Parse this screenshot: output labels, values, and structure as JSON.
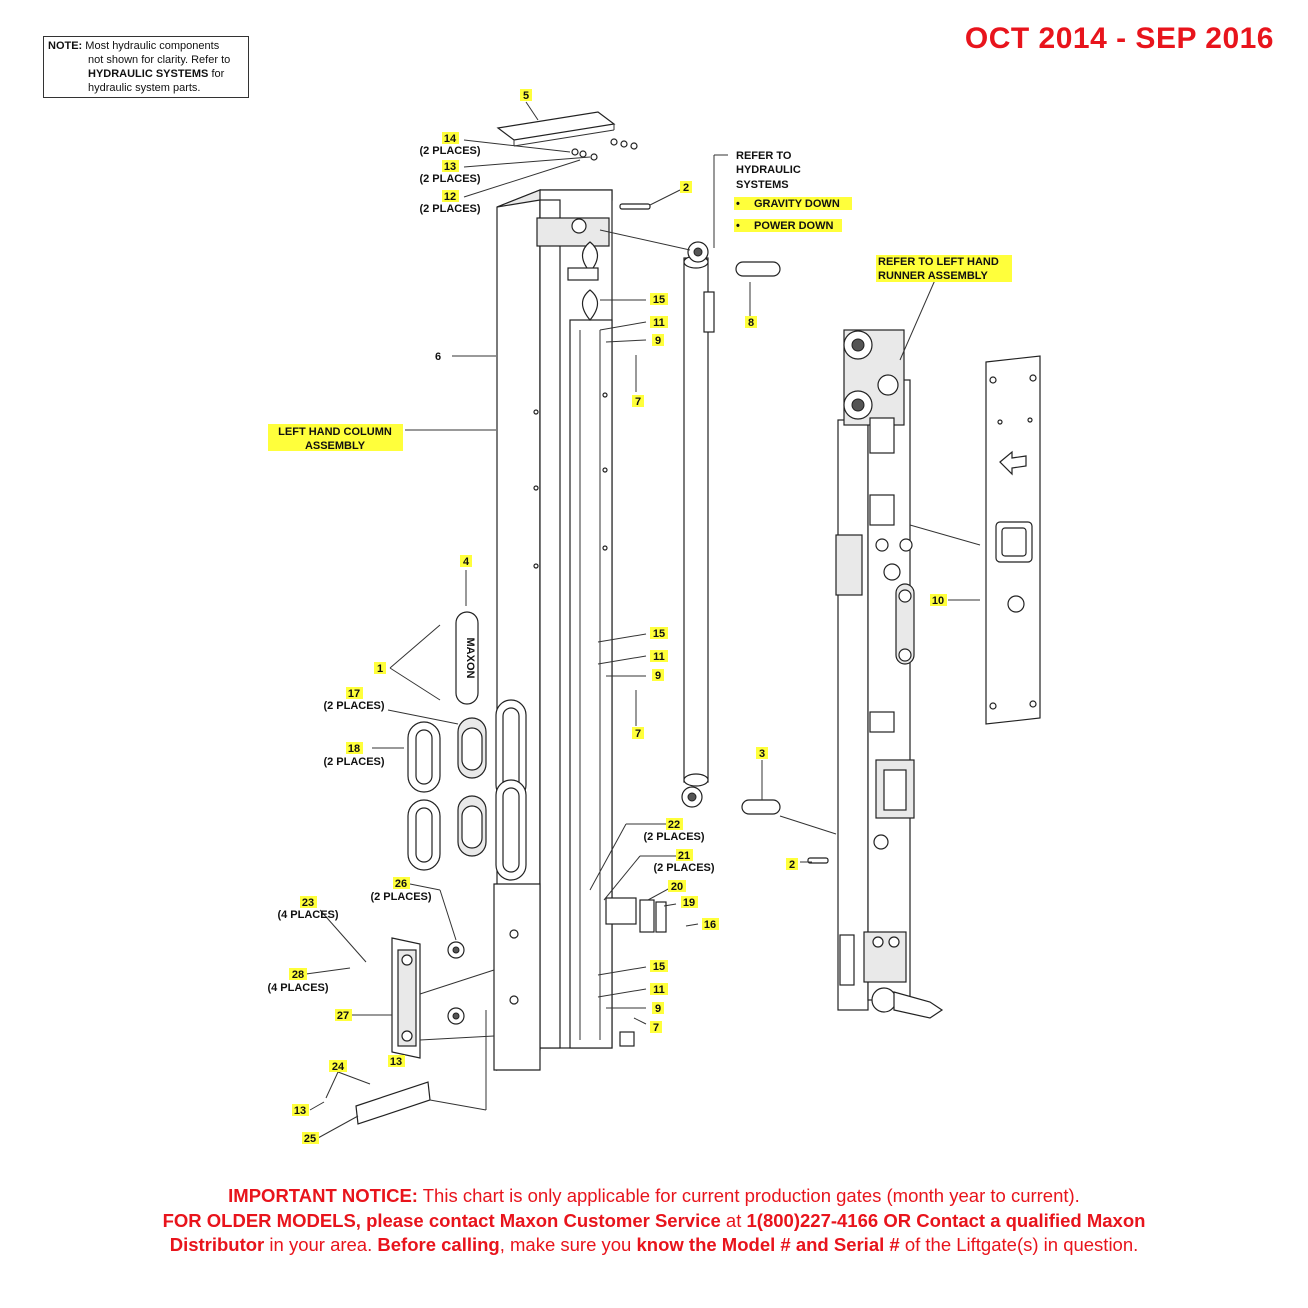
{
  "note": {
    "label": "NOTE:",
    "line1": "Most hydraulic components",
    "line2": "not shown for clarity. Refer to",
    "line3_bold": "HYDRAULIC SYSTEMS",
    "line3_rest": " for",
    "line4": "hydraulic system parts."
  },
  "date_range": "OCT 2014 - SEP 2016",
  "callouts": {
    "c5": "5",
    "c14": "14",
    "c13a": "13",
    "c12": "12",
    "c2a": "2",
    "c6": "6",
    "c15a": "15",
    "c11a": "11",
    "c9a": "9",
    "c7a": "7",
    "c8": "8",
    "c4": "4",
    "c1": "1",
    "c17": "17",
    "c18": "18",
    "c15b": "15",
    "c11b": "11",
    "c9b": "9",
    "c7b": "7",
    "c3": "3",
    "c2b": "2",
    "c10": "10",
    "c22": "22",
    "c21": "21",
    "c20": "20",
    "c19": "19",
    "c16": "16",
    "c26": "26",
    "c23": "23",
    "c28": "28",
    "c27": "27",
    "c15c": "15",
    "c11c": "11",
    "c9c": "9",
    "c7c": "7",
    "c24": "24",
    "c13b": "13",
    "c13c": "13",
    "c25": "25"
  },
  "places": {
    "two": "(2 PLACES)",
    "four": "(4 PLACES)"
  },
  "refs": {
    "hydraulic_1": "REFER TO",
    "hydraulic_2": "HYDRAULIC",
    "hydraulic_3": "SYSTEMS",
    "gravity": "GRAVITY DOWN",
    "power": "POWER DOWN",
    "bullet": "•",
    "runner_1": "REFER TO LEFT HAND",
    "runner_2": "RUNNER ASSEMBLY",
    "column_1": "LEFT HAND COLUMN",
    "column_2": "ASSEMBLY"
  },
  "logo": "MAXON",
  "notice": {
    "p1_bold": "IMPORTANT NOTICE:",
    "p1_rest": " This chart is only applicable for current production gates (month year to current).",
    "p2_bold": "FOR OLDER MODELS, please contact Maxon Customer Service",
    "p2_mid": " at ",
    "p2_bold2": "1(800)227-4166 OR Contact a qualified Maxon",
    "p3_bold": "Distributor",
    "p3_mid": " in your area. ",
    "p3_bold2": "Before calling",
    "p3_mid2": ", make sure you ",
    "p3_bold3": "know the Model # and Serial #",
    "p3_rest": " of the Liftgate(s) in question."
  },
  "colors": {
    "notice_red": "#e8141c",
    "highlight": "#ffff3b"
  }
}
